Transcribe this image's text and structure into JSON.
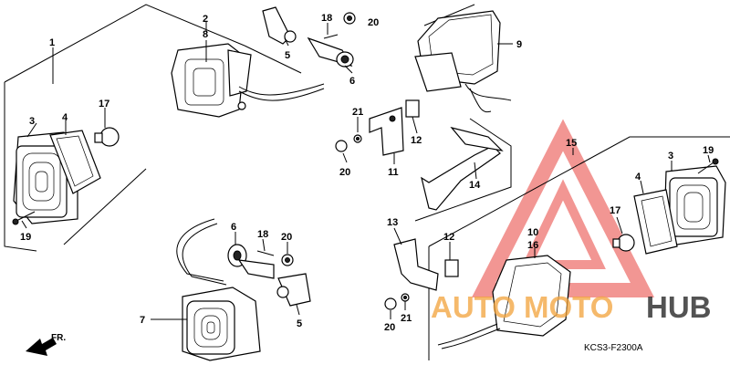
{
  "diagram": {
    "parts": [
      {
        "id": "p1",
        "text": "1"
      },
      {
        "id": "p2",
        "text": "2"
      },
      {
        "id": "p3a",
        "text": "3"
      },
      {
        "id": "p3b",
        "text": "3"
      },
      {
        "id": "p4a",
        "text": "4"
      },
      {
        "id": "p4b",
        "text": "4"
      },
      {
        "id": "p5a",
        "text": "5"
      },
      {
        "id": "p5b",
        "text": "5"
      },
      {
        "id": "p6a",
        "text": "6"
      },
      {
        "id": "p6b",
        "text": "6"
      },
      {
        "id": "p7",
        "text": "7"
      },
      {
        "id": "p8",
        "text": "8"
      },
      {
        "id": "p9",
        "text": "9"
      },
      {
        "id": "p10",
        "text": "10"
      },
      {
        "id": "p11",
        "text": "11"
      },
      {
        "id": "p12a",
        "text": "12"
      },
      {
        "id": "p12b",
        "text": "12"
      },
      {
        "id": "p13",
        "text": "13"
      },
      {
        "id": "p14",
        "text": "14"
      },
      {
        "id": "p15",
        "text": "15"
      },
      {
        "id": "p16",
        "text": "16"
      },
      {
        "id": "p17a",
        "text": "17"
      },
      {
        "id": "p17b",
        "text": "17"
      },
      {
        "id": "p18a",
        "text": "18"
      },
      {
        "id": "p18b",
        "text": "18"
      },
      {
        "id": "p19a",
        "text": "19"
      },
      {
        "id": "p19b",
        "text": "19"
      },
      {
        "id": "p20a",
        "text": "20"
      },
      {
        "id": "p20b",
        "text": "20"
      },
      {
        "id": "p20c",
        "text": "20"
      },
      {
        "id": "p20d",
        "text": "20"
      },
      {
        "id": "p21a",
        "text": "21"
      },
      {
        "id": "p21b",
        "text": "21"
      }
    ],
    "direction_label": "FR.",
    "diagram_code": "KCS3-F2300A"
  },
  "watermark": {
    "text_auto": "AUTO",
    "text_moto": "MOTO",
    "text_hub": "HUB",
    "color_red": "#e8413c",
    "color_orange": "#f2a23a",
    "color_black": "#1a1a1a"
  }
}
